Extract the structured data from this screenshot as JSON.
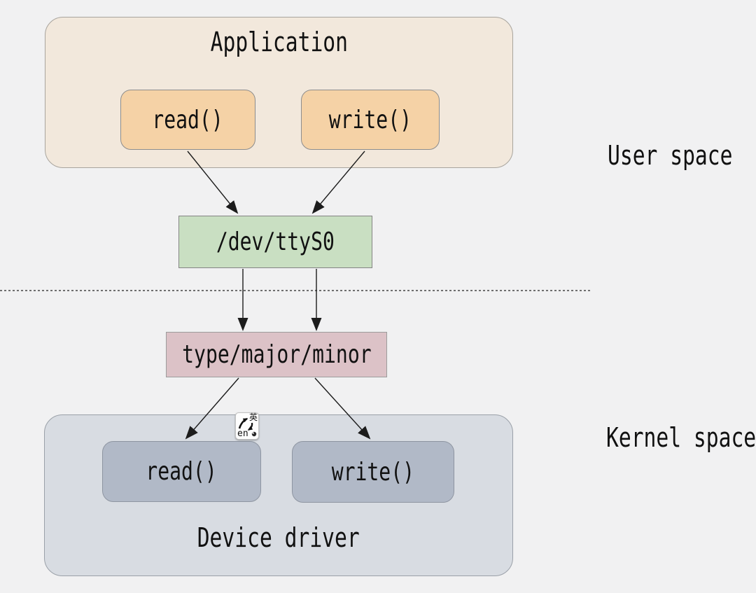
{
  "colors": {
    "background": "#f1f1f2",
    "application_box": "#f2e8dc",
    "syscall_box": "#f5d2a6",
    "device_node_box": "#c9dfc2",
    "device_id_box": "#dcc2c7",
    "driver_box": "#d8dce2",
    "driver_fn_box": "#b1b9c7",
    "arrow": "#1c1c1c",
    "divider": "#6f6f6f"
  },
  "labels": {
    "user_space": "User space",
    "kernel_space": "Kernel space"
  },
  "application": {
    "title": "Application",
    "read": "read()",
    "write": "write()"
  },
  "device_node": "/dev/ttyS0",
  "device_id": "type/major/minor",
  "driver": {
    "title": "Device driver",
    "read": "read()",
    "write": "write()"
  },
  "translate_icon": {
    "en": "en",
    "zh": "英"
  }
}
